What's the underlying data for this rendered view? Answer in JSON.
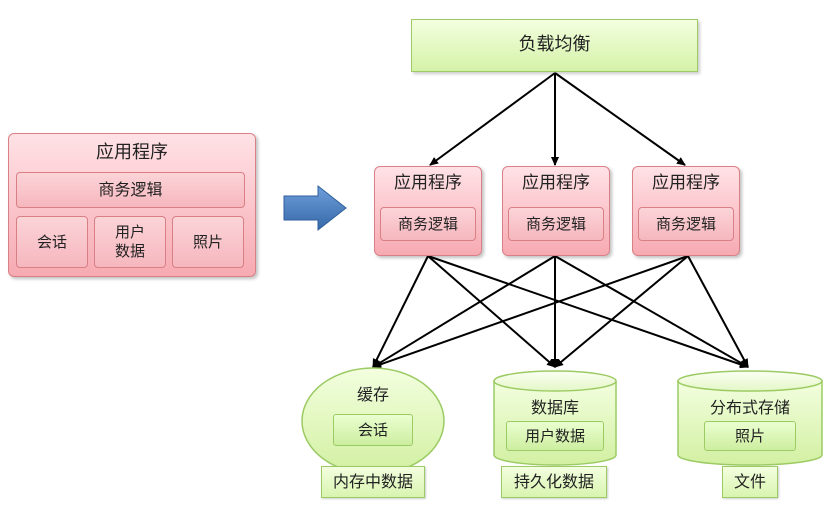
{
  "left_app": {
    "title": "应用程序",
    "logic": "商务逻辑",
    "modules": [
      "会话",
      "用户\n数据",
      "照片"
    ]
  },
  "load_balancer": "负载均衡",
  "app_nodes": [
    {
      "title": "应用程序",
      "logic": "商务逻辑"
    },
    {
      "title": "应用程序",
      "logic": "商务逻辑"
    },
    {
      "title": "应用程序",
      "logic": "商务逻辑"
    }
  ],
  "storage": [
    {
      "shape": "ellipse",
      "name": "缓存",
      "content": "会话",
      "caption": "内存中数据"
    },
    {
      "shape": "cylinder",
      "name": "数据库",
      "content": "用户数据",
      "caption": "持久化数据"
    },
    {
      "shape": "cylinder",
      "name": "分布式存储",
      "content": "照片",
      "caption": "文件"
    }
  ],
  "colors": {
    "app_fill": "#f7aab2",
    "app_border": "#d97f86",
    "storage_fill": "#d5f2a8",
    "storage_border": "#9ccb64",
    "arrow": "#4a7ebf",
    "connector": "#000000"
  }
}
